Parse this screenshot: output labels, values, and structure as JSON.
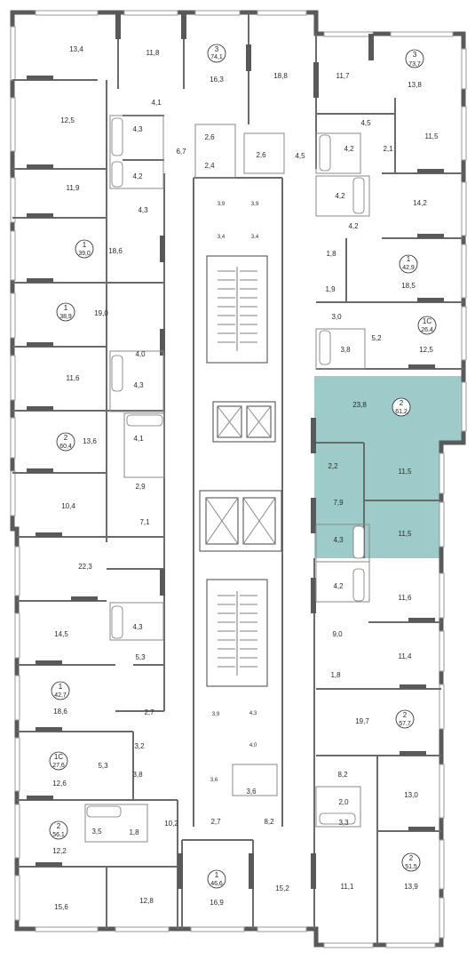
{
  "colors": {
    "highlight": "#9ccbc9",
    "wall": "#595959"
  },
  "icons": [
    "room-count-badge",
    "elevator-shaft",
    "staircase",
    "bathtub",
    "toilet",
    "sink"
  ],
  "selected_apartment": "apt-2-61-2",
  "rooms": {
    "nw_13_4": "13,4",
    "nw_11_8": "11,8",
    "top_16_3": "16,3",
    "top_18_8": "18,8",
    "ne_11_7": "11,7",
    "ne_13_8": "13,8",
    "w_12_5": "12,5",
    "c_4_1": "4,1",
    "w_4_3a": "4,3",
    "w_4_2a": "4,2",
    "c_6_7": "6,7",
    "c_2_6a": "2,6",
    "c_2_4": "2,4",
    "c_2_6b": "2,6",
    "c_4_5a": "4,5",
    "ne_4_5": "4,5",
    "ne_4_2a": "4,2",
    "ne_2_1": "2,1",
    "ne_11_5": "11,5",
    "w_11_9": "11,9",
    "w_4_3b": "4,3",
    "core_3_9a": "3,9",
    "core_3_9b": "3,9",
    "core_3_4a": "3,4",
    "core_3_4b": "3,4",
    "e_4_2b": "4,2",
    "e_14_2": "14,2",
    "w_18_6": "18,6",
    "e_4_2c": "4,2",
    "e_1_8a": "1,8",
    "e_18_5": "18,5",
    "e_1_9": "1,9",
    "w_19_0": "19,0",
    "e_3_0": "3,0",
    "e_5_2": "5,2",
    "e_12_5": "12,5",
    "e_3_8": "3,8",
    "w_4_0a": "4,0",
    "w_11_6": "11,6",
    "w_4_3c": "4,3",
    "e_23_8": "23,8",
    "w_13_6": "13,6",
    "w_4_1": "4,1",
    "e_2_2": "2,2",
    "e_11_5a": "11,5",
    "w_2_9": "2,9",
    "w_10_4": "10,4",
    "w_7_1": "7,1",
    "e_7_9": "7,9",
    "e_11_5b": "11,5",
    "e_4_3": "4,3",
    "w_22_3": "22,3",
    "e_4_2d": "4,2",
    "e_11_6": "11,6",
    "w_14_5": "14,5",
    "w_4_3d": "4,3",
    "e_9_0": "9,0",
    "w_5_3a": "5,3",
    "e_11_4": "11,4",
    "e_1_8b": "1,8",
    "w_18_6b": "18,6",
    "w_2_7a": "2,7",
    "core_3_9c": "3,9",
    "core_4_3": "4,3",
    "e_19_7": "19,7",
    "w_3_2": "3,2",
    "core_4_0": "4,0",
    "w_5_3b": "5,3",
    "w_3_8": "3,8",
    "w_12_6": "12,6",
    "core_3_6a": "3,6",
    "core_3_6b": "3,6",
    "e_8_2a": "8,2",
    "e_13_0": "13,0",
    "e_2_0": "2,0",
    "w_3_5": "3,5",
    "w_1_8": "1,8",
    "w_10_2": "10,2",
    "s_2_7": "2,7",
    "s_8_2": "8,2",
    "e_3_3": "3,3",
    "w_12_2": "12,2",
    "s_16_9": "16,9",
    "e_11_1": "11,1",
    "e_13_9": "13,9",
    "sw_15_6": "15,6",
    "sw_12_8": "12,8",
    "s_15_2": "15,2"
  },
  "apartments": [
    {
      "id": "apt-3-74-1",
      "rooms": "3",
      "area": "74,1"
    },
    {
      "id": "apt-3-73-7",
      "rooms": "3",
      "area": "73,7"
    },
    {
      "id": "apt-1-39-0",
      "rooms": "1",
      "area": "39,0"
    },
    {
      "id": "apt-1-42-9",
      "rooms": "1",
      "area": "42,9"
    },
    {
      "id": "apt-1-38-9",
      "rooms": "1",
      "area": "38,9"
    },
    {
      "id": "apt-1c-26-4",
      "rooms": "1С",
      "area": "26,4"
    },
    {
      "id": "apt-2-61-2",
      "rooms": "2",
      "area": "61,2"
    },
    {
      "id": "apt-2-60-4",
      "rooms": "2",
      "area": "60,4"
    },
    {
      "id": "apt-1-42-7",
      "rooms": "1",
      "area": "42,7"
    },
    {
      "id": "apt-2-57-7",
      "rooms": "2",
      "area": "57,7"
    },
    {
      "id": "apt-1c-27-6",
      "rooms": "1С",
      "area": "27,6"
    },
    {
      "id": "apt-2-56-1",
      "rooms": "2",
      "area": "56,1"
    },
    {
      "id": "apt-1-46-6",
      "rooms": "1",
      "area": "46,6"
    },
    {
      "id": "apt-2-51-5",
      "rooms": "2",
      "area": "51,5"
    }
  ]
}
